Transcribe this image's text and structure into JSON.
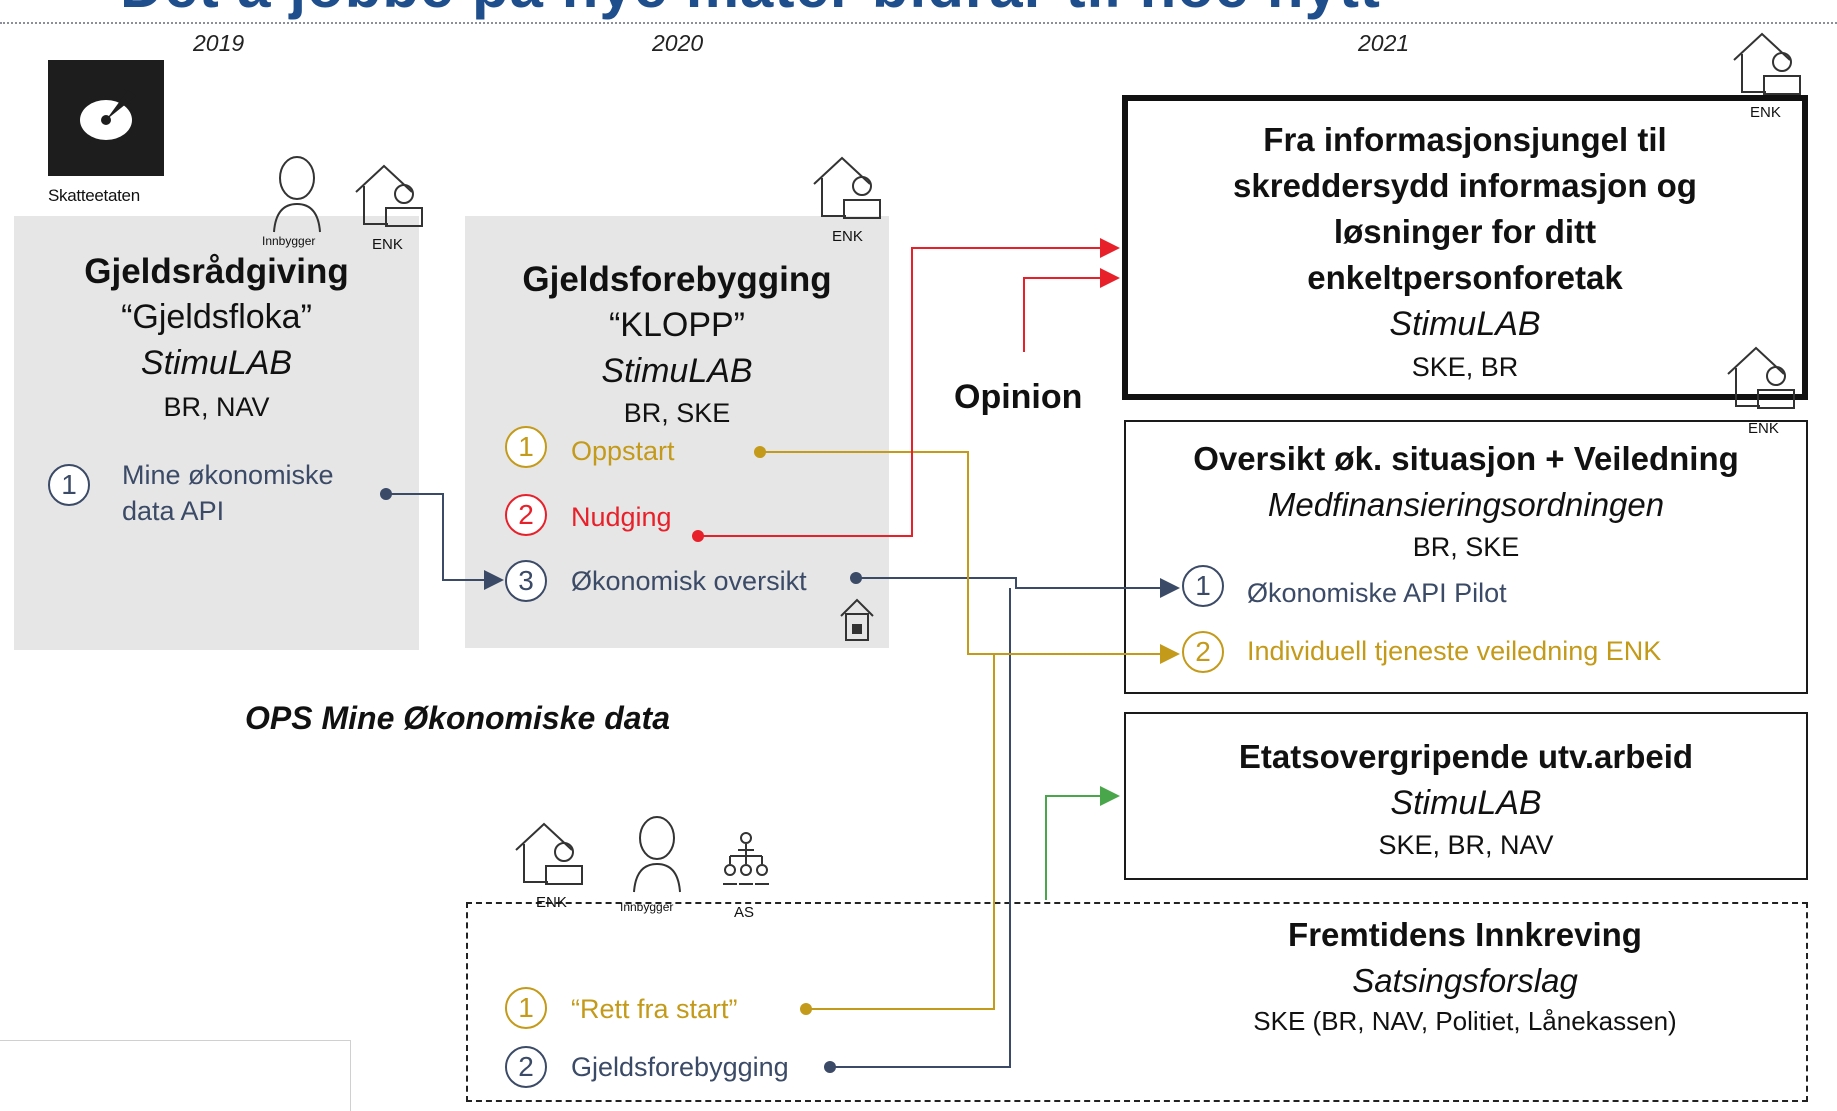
{
  "slide_title": "Det å jobbe på nye måter bidrar til noe nytt",
  "years": {
    "y2019": "2019",
    "y2020": "2020",
    "y2021": "2021"
  },
  "logo": {
    "text": "Skatteetaten"
  },
  "icon_labels": {
    "innbygger": "Innbygger",
    "enk": "ENK",
    "as": "AS"
  },
  "panel1": {
    "title": "Gjeldsrådgiving",
    "subtitle": "“Gjeldsfloka”",
    "lab": "StimuLAB",
    "partners": "BR, NAV",
    "items": [
      {
        "num": "1",
        "line1": "Mine økonomiske",
        "line2": "data API"
      }
    ]
  },
  "panel2": {
    "title": "Gjeldsforebygging",
    "subtitle": "“KLOPP”",
    "lab": "StimuLAB",
    "partners": "BR, SKE",
    "items": [
      {
        "num": "1",
        "text": "Oppstart"
      },
      {
        "num": "2",
        "text": "Nudging"
      },
      {
        "num": "3",
        "text": "Økonomisk oversikt"
      }
    ]
  },
  "ops_label": "OPS Mine Økonomiske data",
  "opinion_label": "Opinion",
  "box_top": {
    "lines": [
      "Fra informasjonsjungel til",
      "skreddersydd informasjon og",
      "løsninger for ditt",
      "enkeltpersonforetak"
    ],
    "lab": "StimuLAB",
    "partners": "SKE, BR"
  },
  "box_mid": {
    "title": "Oversikt øk. situasjon + Veiledning",
    "lab": "Medfinansieringsordningen",
    "partners": "BR, SKE",
    "items": [
      {
        "num": "1",
        "text": "Økonomiske API Pilot"
      },
      {
        "num": "2",
        "text": "Individuell tjeneste veiledning ENK"
      }
    ]
  },
  "box_etat": {
    "title": "Etatsovergripende utv.arbeid",
    "lab": "StimuLAB",
    "partners": "SKE, BR, NAV"
  },
  "box_future": {
    "title": "Fremtidens Innkreving",
    "lab": "Satsingsforslag",
    "partners": "SKE (BR, NAV, Politiet, Lånekassen)",
    "items": [
      {
        "num": "1",
        "text": "“Rett fra start”"
      },
      {
        "num": "2",
        "text": "Gjeldsforebygging"
      }
    ]
  },
  "colors": {
    "gold": "#c49a1a",
    "red": "#e8202a",
    "slate": "#3b4a66",
    "green": "#4aa64a"
  }
}
